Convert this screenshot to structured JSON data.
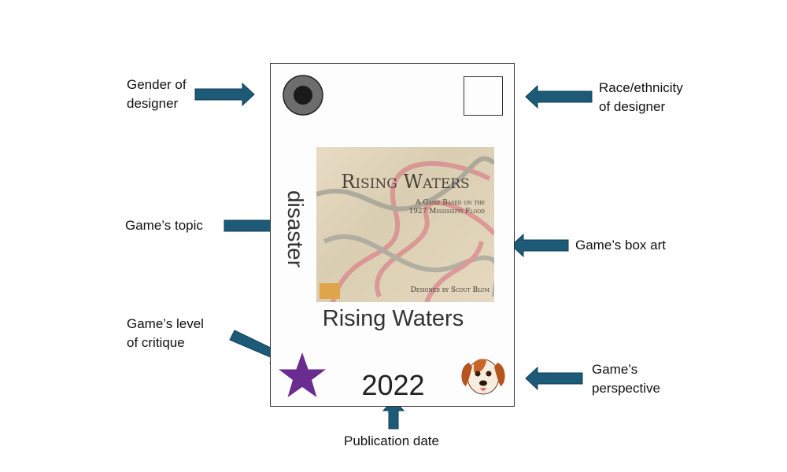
{
  "labels": {
    "gender": [
      "Gender of",
      "designer"
    ],
    "race": [
      "Race/ethnicity",
      "of designer"
    ],
    "topic": "Game’s topic",
    "box_art": "Game’s box art",
    "critique": [
      "Game’s level",
      "of critique"
    ],
    "perspective": [
      "Game’s",
      "perspective"
    ],
    "publication": "Publication date"
  },
  "card": {
    "topic": "disaster",
    "title": "Rising Waters",
    "year": "2022",
    "box_art": {
      "title": "Rising Waters",
      "subtitle": [
        "A Game Based on the",
        "1927 Mississippi Flood"
      ],
      "credit": "Designed by Scout Blum"
    }
  },
  "colors": {
    "arrow": "#1d5a78",
    "star": "#6a2c91"
  }
}
